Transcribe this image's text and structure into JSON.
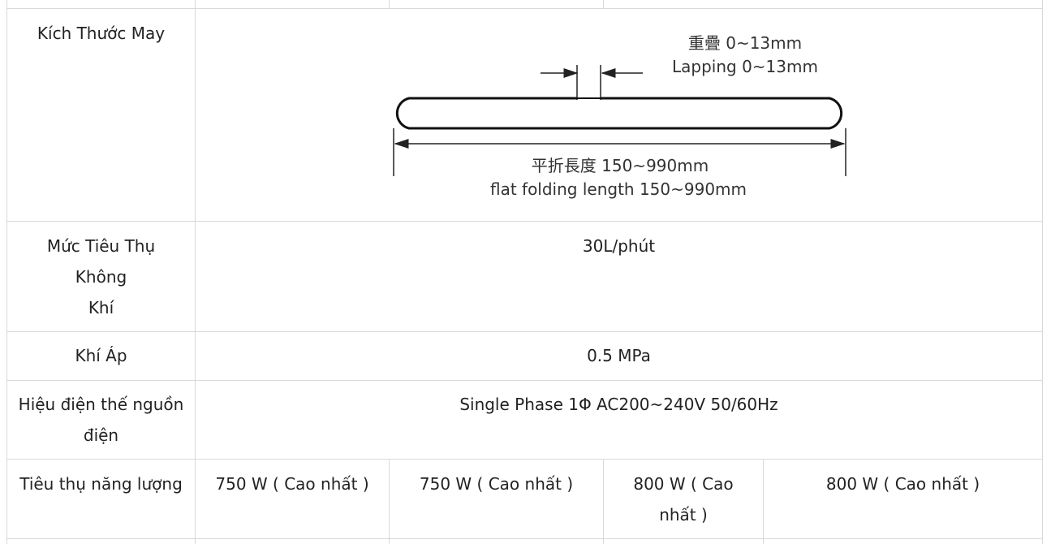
{
  "rows": {
    "sewing_size": {
      "label": "Kích Thước May",
      "diagram": {
        "lap_cn": "重疊 0~13mm",
        "lap_en": "Lapping 0~13mm",
        "flat_cn": "平折長度 150~990mm",
        "flat_en": "flat folding length 150~990mm"
      }
    },
    "air_consumption": {
      "label_lines": [
        "Mức Tiêu Thụ",
        "Không",
        "Khí"
      ],
      "value": "30L/phút"
    },
    "air_pressure": {
      "label": "Khí Áp",
      "value": "0.5 MPa"
    },
    "power_voltage": {
      "label_lines": [
        "Hiệu điện thế nguồn",
        "điện"
      ],
      "value": "Single Phase 1Φ AC200~240V 50/60Hz"
    },
    "power_consumption": {
      "label": "Tiêu thụ năng lượng",
      "values": [
        "750 W ( Cao nhất )",
        "750 W ( Cao nhất )",
        "800 W ( Cao",
        "nhất )",
        "800 W ( Cao nhất )"
      ]
    }
  }
}
